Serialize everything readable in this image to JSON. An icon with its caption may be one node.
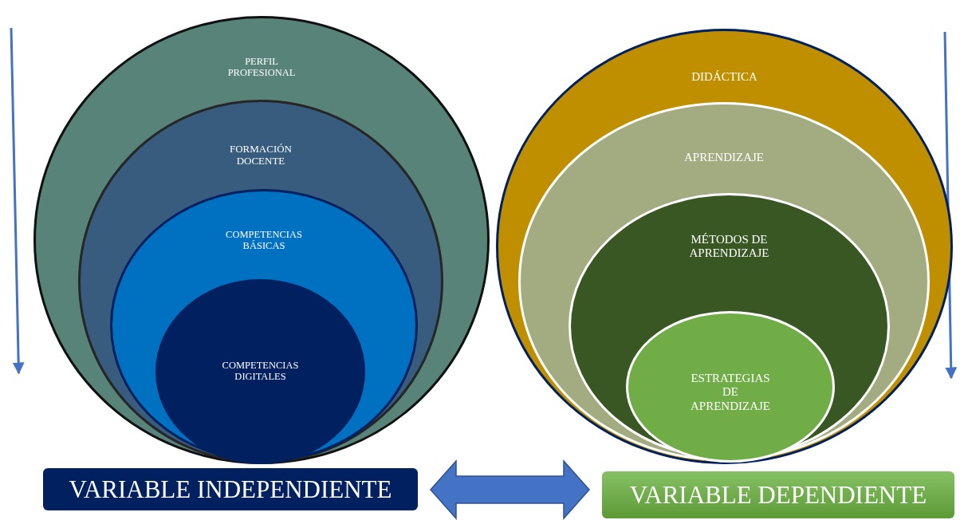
{
  "diagram": {
    "nodes": [
      {
        "text": [
          "PERFIL PROFESIONAL"
        ]
      },
      {
        "text": [
          "FORMACIÓN DOCENTE"
        ],
        "in": 0
      },
      {
        "text": [
          "COMPETENCIAS BÁSICAS"
        ],
        "in": 1
      },
      {
        "text": [
          "COMPETENCIAS DIGITALES"
        ],
        "in": 2
      },
      {
        "text": [
          "DIDÁCTICA"
        ]
      },
      {
        "text": [
          "APRENDIZAJE"
        ],
        "in": 4
      },
      {
        "text": [
          "MÉTODOS DE APRENDIZAJE"
        ],
        "in": 5
      },
      {
        "text": [
          "ESTRATEGIAS DE APRENDIZAJE"
        ],
        "in": 6
      },
      {
        "text": [
          "VARIABLE INDEPENDIENTE"
        ]
      },
      {
        "text": [
          "VARIABLE DEPENDIENTE"
        ]
      }
    ],
    "edges": [
      {
        "from": 8,
        "to": 9,
        "arrow": "both"
      }
    ]
  }
}
